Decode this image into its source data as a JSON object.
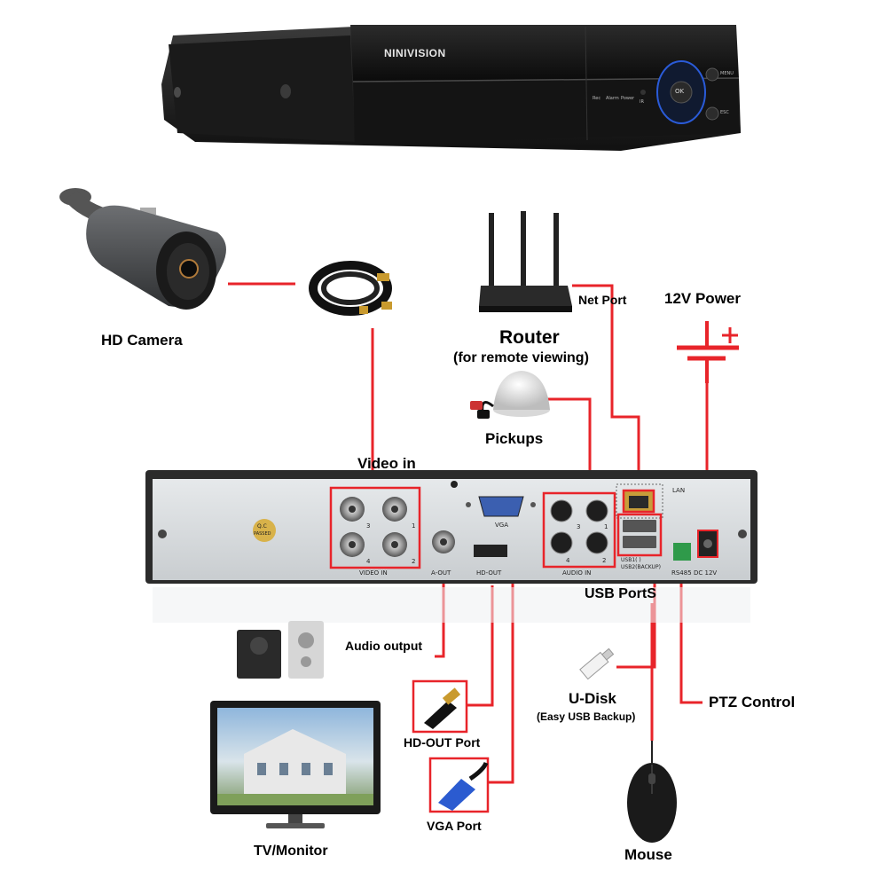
{
  "brand": "NINIVISION",
  "front_panel": {
    "led_labels": [
      "Rec",
      "Alarm",
      "Power"
    ],
    "ok": "OK",
    "menu": "MENU",
    "esc": "ESC",
    "ir": "IR"
  },
  "labels": {
    "hd_camera": "HD Camera",
    "router": "Router",
    "router_sub": "(for remote viewing)",
    "net_port": "Net Port",
    "power": "12V Power",
    "pickups": "Pickups",
    "video_in": "Video in",
    "usb_ports": "USB PortS",
    "audio_output": "Audio output",
    "u_disk": "U-Disk",
    "u_disk_sub": "(Easy USB Backup)",
    "ptz_control": "PTZ Control",
    "hd_out_port": "HD-OUT Port",
    "vga_port": "VGA Port",
    "tv_monitor": "TV/Monitor",
    "mouse": "Mouse"
  },
  "rear_panel": {
    "video_in": "VIDEO IN",
    "a_out": "A-OUT",
    "hd_out": "HD-OUT",
    "vga": "VGA",
    "audio_in": "AUDIO IN",
    "lan": "LAN",
    "usb1": "USB1(     )",
    "usb2": "USB2(BACKUP)",
    "rs485": "RS485",
    "dc12v": "DC 12V",
    "qc": "Q.C",
    "qc2": "PASSED",
    "port_numbers": [
      "3",
      "1",
      "4",
      "2"
    ]
  },
  "colors": {
    "connector": "#e8242a",
    "dvr_body": "#1c1c1c",
    "panel": "#d9dde0"
  }
}
